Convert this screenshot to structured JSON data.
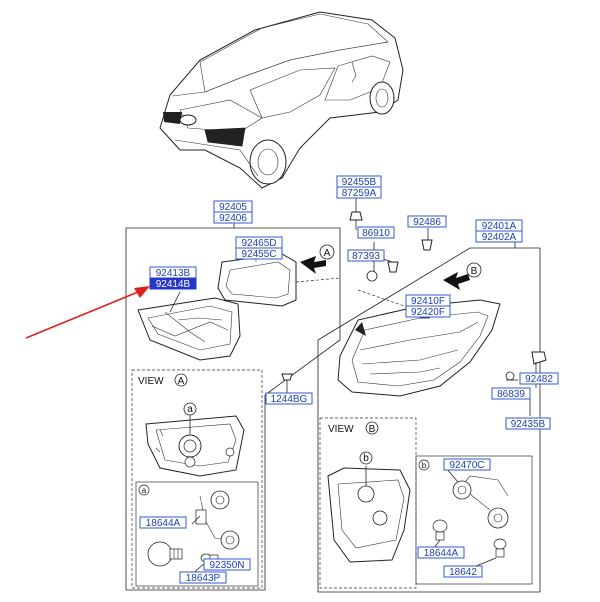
{
  "labels": {
    "p92405": "92405",
    "p92406": "92406",
    "p92465D": "92465D",
    "p92455C": "92455C",
    "p92413B": "92413B",
    "p92414B": "92414B",
    "p92455B": "92455B",
    "p87259A": "87259A",
    "p86910": "86910",
    "p87393": "87393",
    "p92486": "92486",
    "p92401A": "92401A",
    "p92402A": "92402A",
    "p92410F": "92410F",
    "p92420F": "92420F",
    "p92482": "92482",
    "p86839": "86839",
    "p92435B": "92435B",
    "p1244BG": "1244BG",
    "p18644A_left": "18644A",
    "p92350N": "92350N",
    "p18643P": "18643P",
    "p92470C": "92470C",
    "p18644A_right": "18644A",
    "p18642": "18642"
  },
  "views": {
    "view_a": "VIEW",
    "view_a_letter": "A",
    "view_b": "VIEW",
    "view_b_letter": "B",
    "marker_a": "A",
    "marker_b": "B",
    "sub_a": "a",
    "sub_b": "b",
    "detail_a": "a",
    "detail_b": "b"
  },
  "colors": {
    "label_text": "#1c3fb8",
    "label_border": "#3557d6",
    "highlight_fill": "#2536c9",
    "pointer_arrow": "#e02020"
  }
}
